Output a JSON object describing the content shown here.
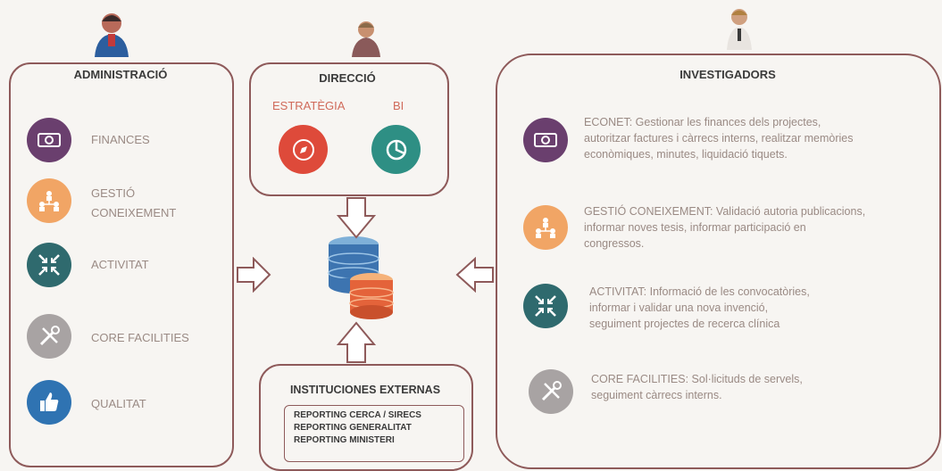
{
  "admin": {
    "title": "ADMINISTRACIÓ",
    "items": [
      {
        "label": "FINANCES",
        "color": "#6a3f6e",
        "icon": "money-icon"
      },
      {
        "label": "GESTIÓ\nCONEIXEMENT",
        "color": "#f1a565",
        "icon": "people-network-icon"
      },
      {
        "label": "ACTIVITAT",
        "color": "#2f6a6e",
        "icon": "arrows-in-icon"
      },
      {
        "label": "CORE FACILITIES",
        "color": "#a8a3a3",
        "icon": "tools-icon"
      },
      {
        "label": "QUALITAT",
        "color": "#2f73b2",
        "icon": "thumbs-up-icon"
      }
    ]
  },
  "direccio": {
    "title": "DIRECCIÓ",
    "estrategia": "ESTRATÈGIA",
    "bi": "BI",
    "estrategia_color": "#de4a3a",
    "bi_color": "#2e8f84"
  },
  "externes": {
    "title": "INSTITUCIONES EXTERNAS",
    "lines": [
      "REPORTING CERCA / SIRECS",
      "REPORTING GENERALITAT",
      "REPORTING MINISTERI"
    ]
  },
  "investigadors": {
    "title": "INVESTIGADORS",
    "items": [
      {
        "text": "ECONET: Gestionar les finances dels projectes,\nautoritzar factures i càrrecs interns, realitzar memòries\neconòmiques, minutes, liquidació tiquets.",
        "color": "#6a3f6e",
        "icon": "money-icon"
      },
      {
        "text": "GESTIÓ CONEIXEMENT: Validació autoria publicacions,\ninformar noves tesis, informar participació en\ncongressos.",
        "color": "#f1a565",
        "icon": "people-network-icon"
      },
      {
        "text": "ACTIVITAT: Informació de les convocatòries,\ninformar i validar una nova invenció,\nseguiment projectes de recerca clínica",
        "color": "#2f6a6e",
        "icon": "arrows-in-icon"
      },
      {
        "text": "CORE FACILITIES: Sol·licituds de servels,\nseguiment càrrecs interns.",
        "color": "#a8a3a3",
        "icon": "tools-icon"
      }
    ]
  },
  "database": {
    "icon": "database-icon"
  }
}
